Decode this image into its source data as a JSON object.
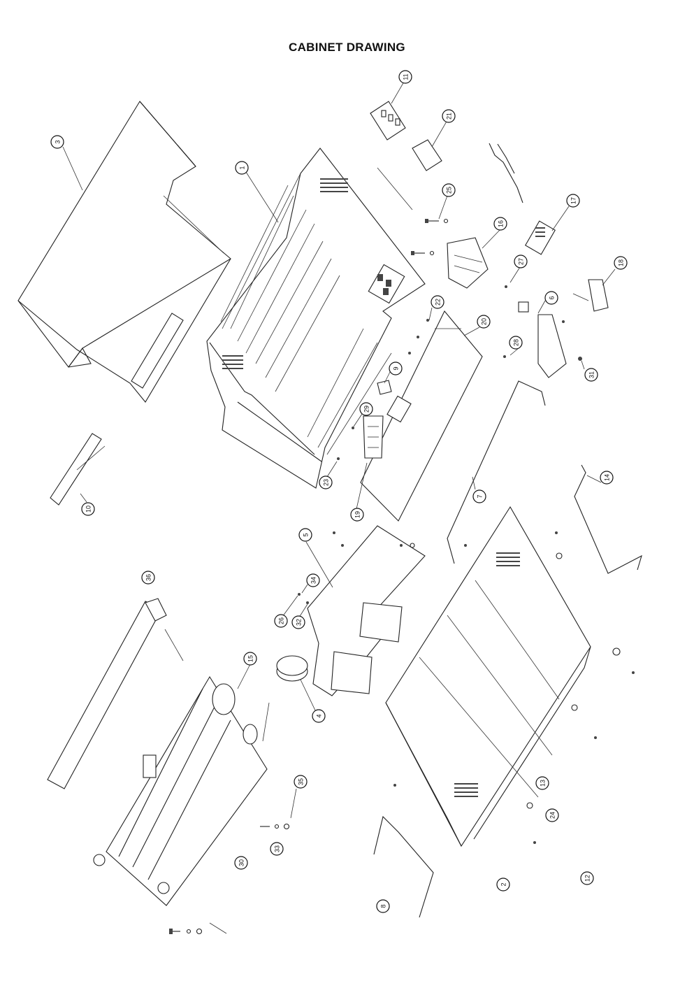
{
  "title": "CABINET DRAWING",
  "part_labels": [
    "1",
    "2",
    "3",
    "4",
    "5",
    "6",
    "7",
    "8",
    "9",
    "10",
    "11",
    "12",
    "13",
    "14",
    "15",
    "16",
    "17",
    "18",
    "19",
    "20",
    "21",
    "22",
    "23",
    "24",
    "25",
    "26",
    "27",
    "28",
    "29",
    "30",
    "31",
    "32",
    "33",
    "34",
    "35",
    "36"
  ]
}
